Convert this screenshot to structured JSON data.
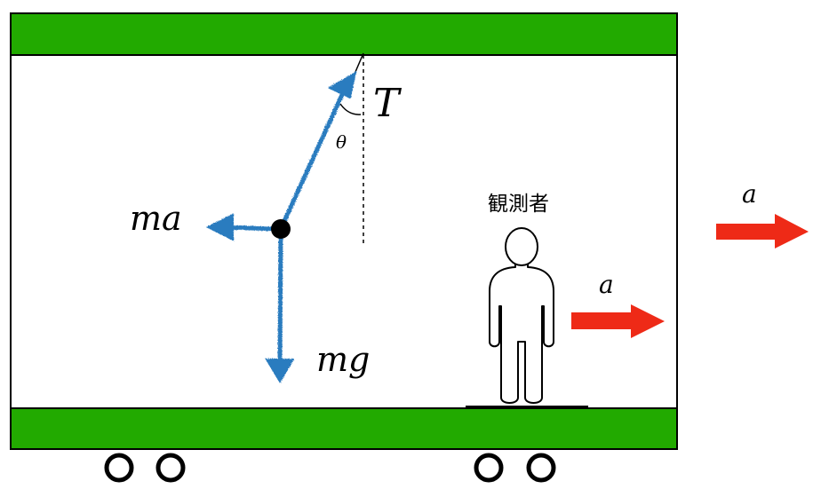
{
  "labels": {
    "tension": "T",
    "angle": "θ",
    "inertial_force": "ma",
    "gravity": "mg",
    "observer": "観測者",
    "accel_inside": "a",
    "accel_outside": "a"
  },
  "colors": {
    "train_bar": "#22aa00",
    "force_arrow": "#2b7bbf",
    "accel_arrow": "#ee2a17",
    "outline": "#000000"
  }
}
